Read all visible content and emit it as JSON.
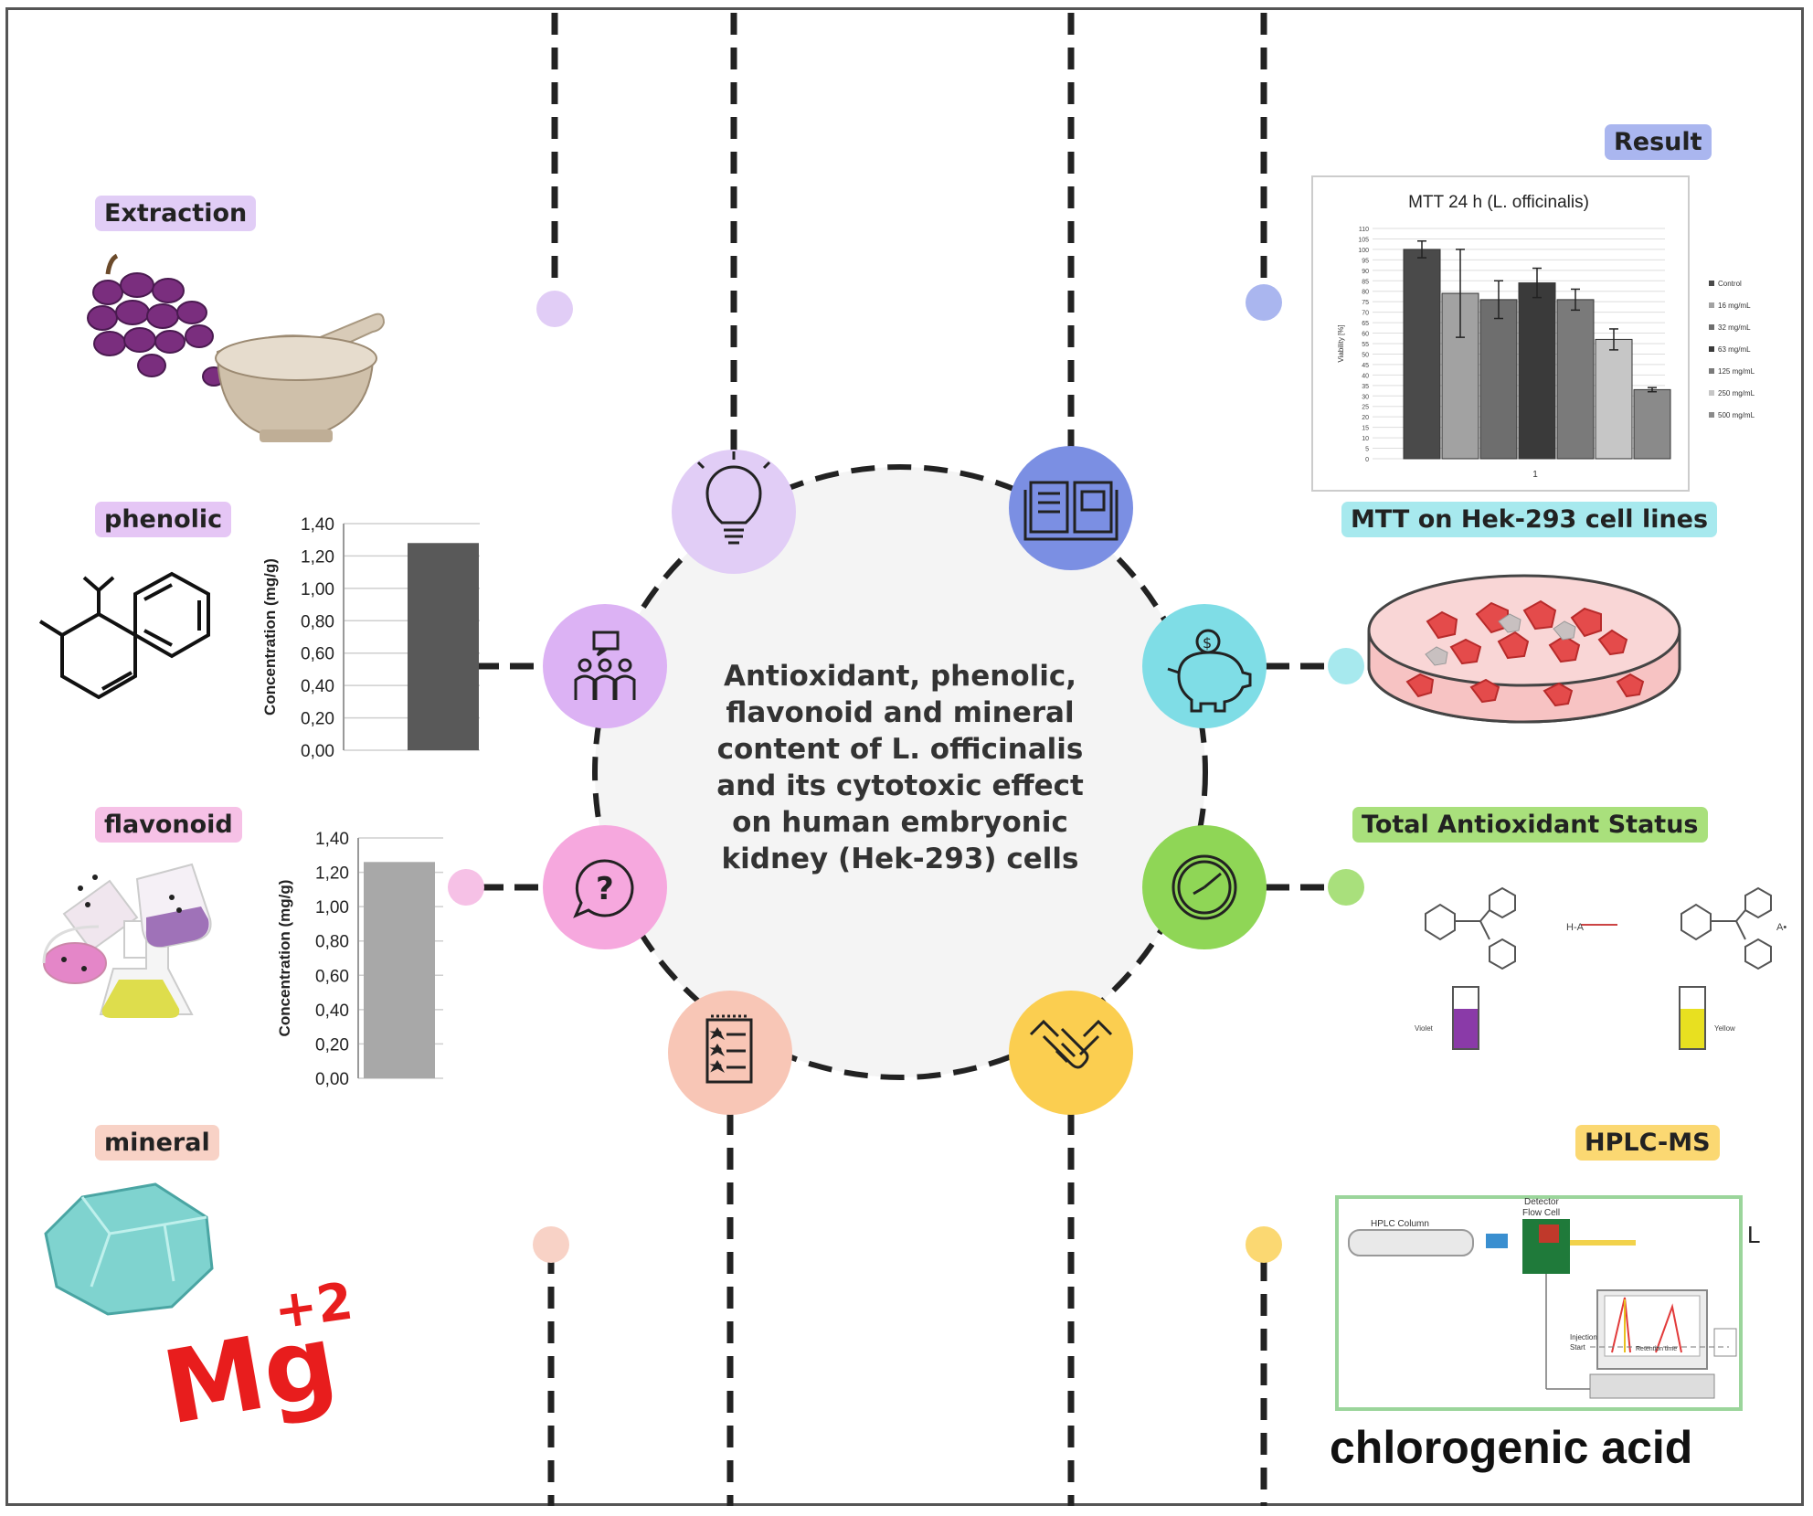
{
  "center_title": "Antioxidant, phenolic, flavonoid and mineral content of L. officinalis and its cytotoxic effect on human embryonic kidney (Hek-293) cells",
  "labels": {
    "extraction": "Extraction",
    "phenolic": "phenolic",
    "flavonoid": "flavonoid",
    "mineral": "mineral",
    "result": "Result",
    "mtt": "MTT on Hek-293 cell lines",
    "tas": "Total Antioxidant Status",
    "hplc": "HPLC-MS"
  },
  "colors": {
    "extraction": "#e1cdf6",
    "phenolic": "#e5c6f5",
    "flavonoid": "#f6c1e6",
    "mineral": "#f8d2c6",
    "result": "#aab6ef",
    "mtt": "#a7e9ee",
    "tas": "#a9e07c",
    "hplc": "#fbd872"
  },
  "mineral_symbol": "Mg",
  "mineral_charge": "+2",
  "hplc_caption": "chlorogenic acid",
  "hplc_diagram": {
    "column": "HPLC Column",
    "detector": "Detector",
    "flow_cell": "Flow Cell",
    "injection": "Injection",
    "start": "Start",
    "peak": "Retention time",
    "edge_mark": "L"
  },
  "dpph": {
    "reactant": "H-A",
    "product": "A•",
    "color_before": "Violet",
    "color_after": "Yellow"
  },
  "phenolic_chart": {
    "ylabel": "Concentration (mg/g)",
    "ticks": [
      "1,40",
      "1,20",
      "1,00",
      "0,80",
      "0,60",
      "0,40",
      "0,20",
      "0,00"
    ]
  },
  "flavonoid_chart": {
    "ylabel": "Concentration (mg/g)",
    "ticks": [
      "1,40",
      "1,20",
      "1,00",
      "0,80",
      "0,60",
      "0,40",
      "0,20",
      "0,00"
    ]
  },
  "mtt_chart": {
    "title": "MTT 24 h (L. officinalis)",
    "ylabel": "Viability [%]",
    "xlabel": "1",
    "legend": [
      "Control",
      "16 mg/mL",
      "32 mg/mL",
      "63 mg/mL",
      "125 mg/mL",
      "250 mg/mL",
      "500 mg/mL"
    ]
  },
  "chart_data": [
    {
      "type": "bar",
      "categories": [
        ""
      ],
      "values": [
        1.28
      ],
      "ylabel": "Concentration (mg/g)",
      "ylim": [
        0,
        1.4
      ],
      "grid": true
    },
    {
      "type": "bar",
      "categories": [
        ""
      ],
      "values": [
        1.26
      ],
      "ylabel": "Concentration (mg/g)",
      "ylim": [
        0,
        1.4
      ],
      "grid": true
    },
    {
      "type": "bar",
      "title": "MTT 24 h (L. officinalis)",
      "categories": [
        "1"
      ],
      "ylabel": "Viability [%]",
      "xlabel": "1",
      "ylim": [
        0,
        110
      ],
      "grid": true,
      "legend_position": "right",
      "series": [
        {
          "name": "Control",
          "values": [
            100
          ],
          "error": [
            4
          ]
        },
        {
          "name": "16 mg/mL",
          "values": [
            79
          ],
          "error": [
            21
          ]
        },
        {
          "name": "32 mg/mL",
          "values": [
            76
          ],
          "error": [
            9
          ]
        },
        {
          "name": "63 mg/mL",
          "values": [
            84
          ],
          "error": [
            7
          ]
        },
        {
          "name": "125 mg/mL",
          "values": [
            76
          ],
          "error": [
            5
          ]
        },
        {
          "name": "250 mg/mL",
          "values": [
            57
          ],
          "error": [
            5
          ]
        },
        {
          "name": "500 mg/mL",
          "values": [
            33
          ],
          "error": [
            1
          ]
        }
      ]
    }
  ]
}
